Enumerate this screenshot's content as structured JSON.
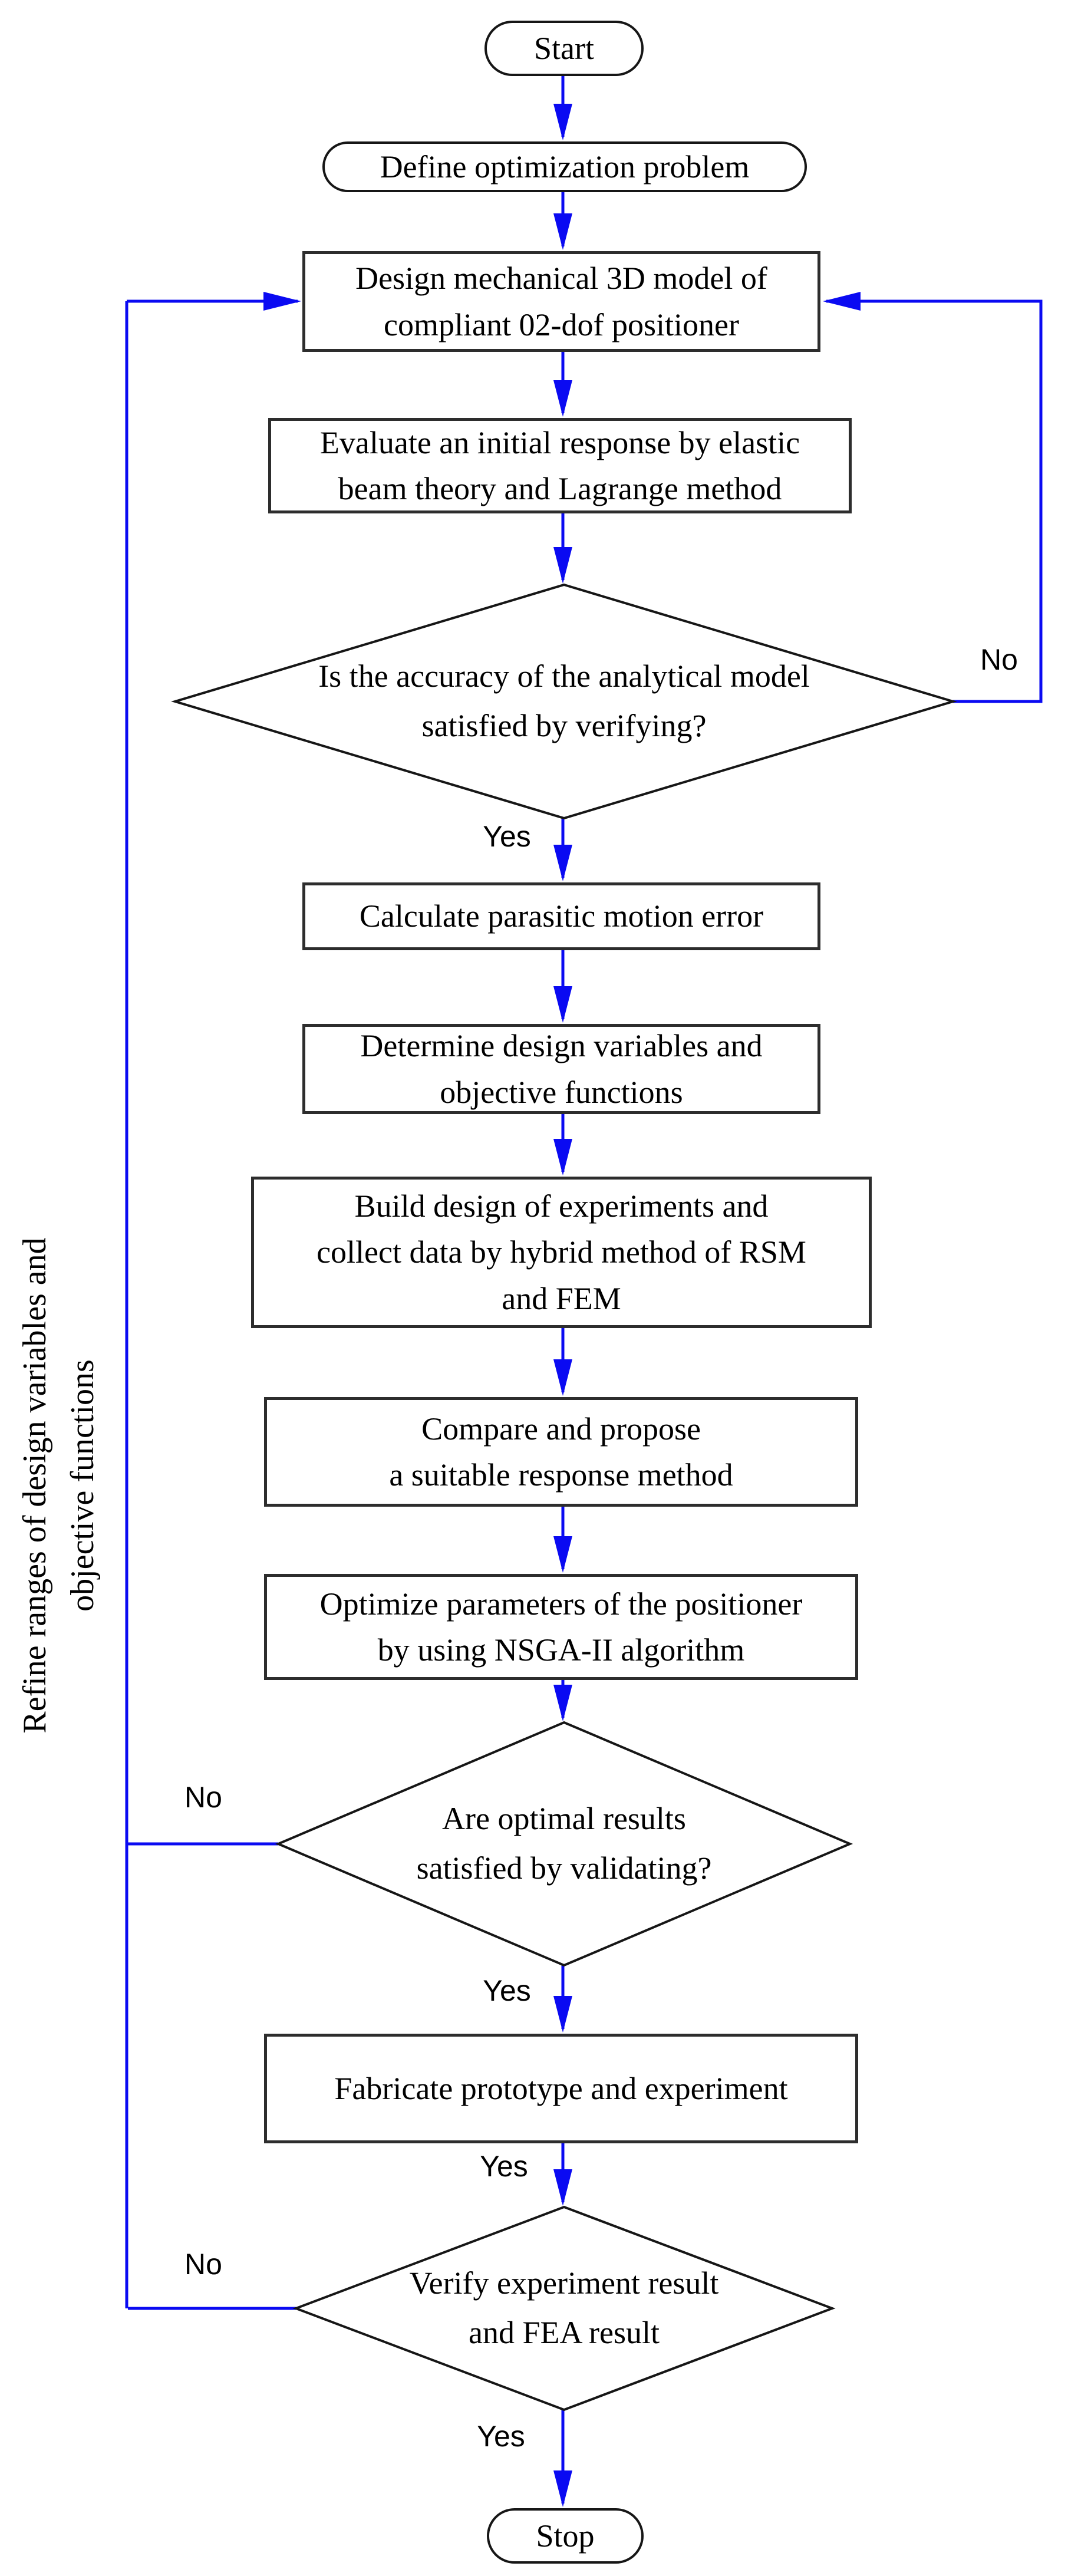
{
  "colors": {
    "arrow": "#0a0af2",
    "box_border": "#2d2d2d",
    "shape_border": "#161616",
    "text": "#000000",
    "background": "#ffffff"
  },
  "nodes": {
    "start": {
      "label": "Start"
    },
    "define": {
      "label": "Define optimization problem"
    },
    "design_model": {
      "line1": "Design mechanical 3D model of",
      "line2": "compliant 02-dof positioner"
    },
    "evaluate": {
      "line1": "Evaluate an initial response by elastic",
      "line2": "beam theory and Lagrange method"
    },
    "accuracy_decision": {
      "line1": "Is the accuracy of the analytical model",
      "line2": "satisfied by verifying?"
    },
    "calculate": {
      "label": "Calculate parasitic motion error"
    },
    "determine": {
      "line1": "Determine design variables and",
      "line2": "objective functions"
    },
    "build_doe": {
      "line1": "Build design of experiments and",
      "line2": "collect data by hybrid method of RSM",
      "line3": "and FEM"
    },
    "compare": {
      "line1": "Compare and propose",
      "line2": "a suitable response method"
    },
    "optimize": {
      "line1": "Optimize parameters of the positioner",
      "line2": "by using NSGA-II algorithm"
    },
    "optimal_decision": {
      "line1": "Are optimal results",
      "line2": "satisfied by validating?"
    },
    "fabricate": {
      "label": "Fabricate prototype and experiment"
    },
    "verify_decision": {
      "line1": "Verify experiment result",
      "line2": "and FEA result"
    },
    "stop": {
      "label": "Stop"
    }
  },
  "edge_labels": {
    "accuracy_no": "No",
    "accuracy_yes": "Yes",
    "optimal_no": "No",
    "optimal_yes": "Yes",
    "fabricate_yes": "Yes",
    "verify_no": "No",
    "verify_yes": "Yes"
  },
  "side_note": {
    "line1": "Refine ranges of design variables and",
    "line2": "objective functions"
  }
}
